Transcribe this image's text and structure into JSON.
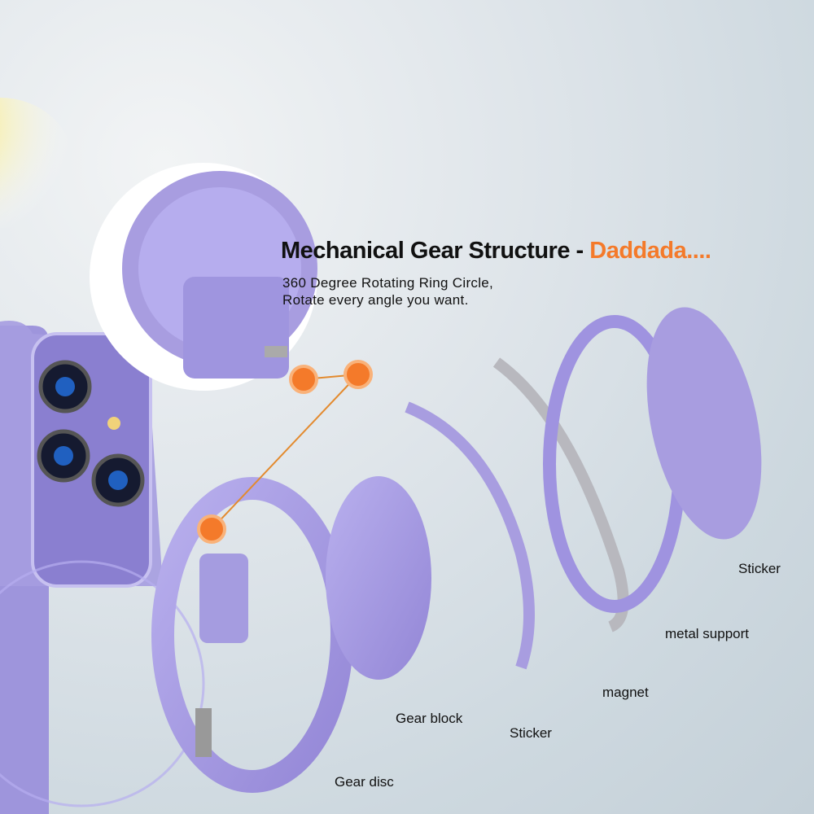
{
  "heading": {
    "title": "Mechanical Gear Structure -",
    "brand": "Daddada....",
    "line1": "360 Degree Rotating Ring Circle,",
    "line2": "Rotate every angle you want."
  },
  "labels": {
    "sticker_top": "Sticker",
    "metal_support": "metal support",
    "magnet": "magnet",
    "gear_block": "Gear block",
    "sticker_bottom": "Sticker",
    "gear_disc": "Gear disc"
  },
  "colors": {
    "accent": "#f47a2a",
    "lavender": "#a89de0"
  }
}
